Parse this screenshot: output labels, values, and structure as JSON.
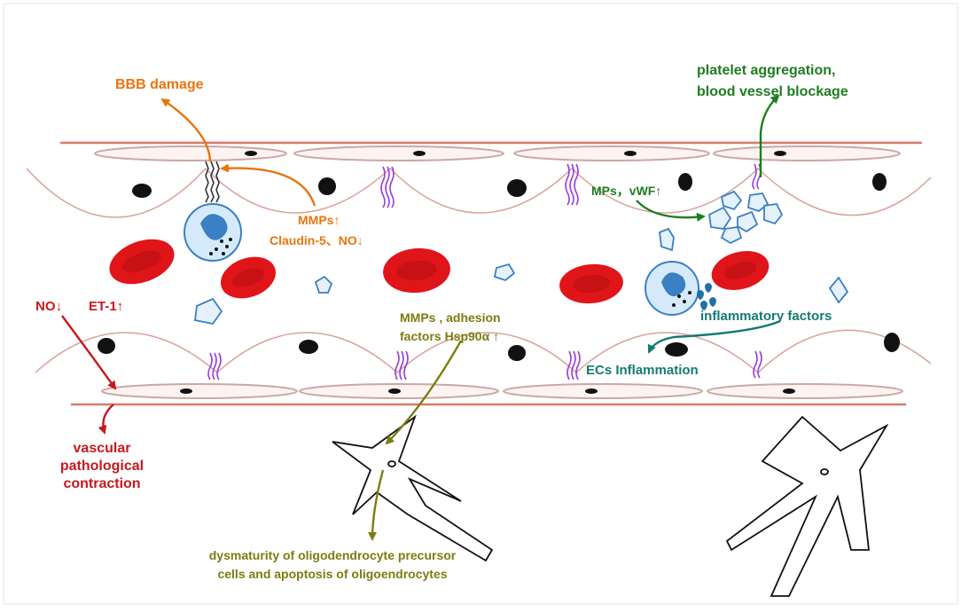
{
  "labels": {
    "bbb_damage": "BBB damage",
    "platelet_line1": "platelet aggregation,",
    "platelet_line2": "blood vessel blockage",
    "mmps_claudin_line1": "MMPs↑",
    "mmps_claudin_line2": "Claudin-5、NO↓",
    "mps_vwf": "MPs，vWF↑",
    "no_down": "NO↓",
    "et1_up": "ET-1↑",
    "mmps_adhesion_line1": "MMPs , adhesion",
    "mmps_adhesion_line2": "factors  Hsp90α ↑",
    "inflammatory_factors": "inflammatory factors",
    "ecs_inflammation": "ECs Inflammation",
    "vascular_line1": "vascular",
    "vascular_line2": "pathological",
    "vascular_line3": "contraction",
    "dysmaturity_line1": "dysmaturity of oligodendrocyte precursor",
    "dysmaturity_line2": "cells and apoptosis of oligoendrocytes"
  },
  "colors": {
    "orange": "#e8740e",
    "green": "#1e7d1e",
    "red": "#c8171d",
    "olive": "#7c7c12",
    "teal": "#157a72",
    "vessel_wall": "#d9786a",
    "tight_junction": "#9a3fd6",
    "rbc": "#e0151a",
    "cell_blue": "#3b7fc4"
  }
}
